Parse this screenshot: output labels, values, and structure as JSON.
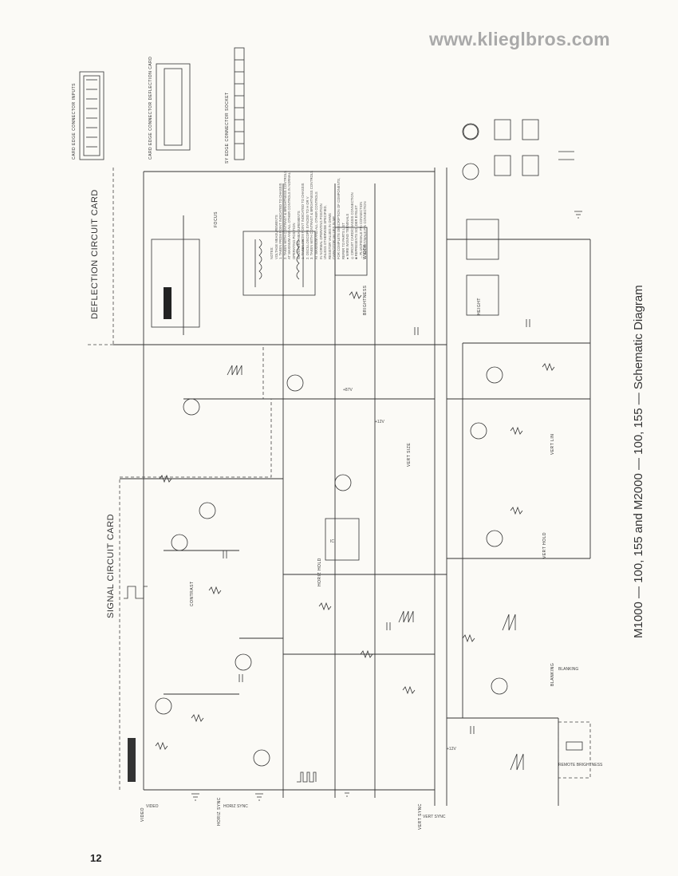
{
  "watermark": "www.klieglbros.com",
  "page_number": "12",
  "title": "M1000 — 100, 155 and M2000 — 100, 155 — Schematic Diagram",
  "cards": {
    "signal": "SIGNAL CIRCUIT CARD",
    "deflection": "DEFLECTION CIRCUIT CARD"
  },
  "connectors": {
    "card_edge_inputs": "CARD EDGE CONNECTOR INPUTS",
    "deflection_card": "CARD EDGE CONNECTOR DEFLECTION CARD",
    "socket": "SY EDGE CONNECTOR SOCKET"
  },
  "notes": [
    "NOTES:",
    "VOLTAGE MEASUREMENTS",
    "1. TAKEN FROM POINT INDICATED TO CHASSIS",
    "2. TAKEN WITH CONTRAST & BRIGHTNESS CONTROLS",
    "   AT MAXIMUM AND ALL OTHER CONTROLS IN NORMAL",
    "   OPERATING POSITION",
    "WAVEFORM MEASUREMENTS",
    "1. TAKEN FROM POINT INDICATED TO CHASSIS",
    "2. OSCILLOSCOPE SYNCED TO H OR V",
    "3. TAKEN WITH CONTRAST & BRIGHTNESS CONTROLS",
    "   AT MAXIMUM AND ALL OTHER CONTROLS",
    "   IN NORMAL OPERATING POSITION",
    "UNLESS OTHERWISE SPECIFIED,",
    "RESISTOR VALUES IN OHMS",
    "CAPACITOR VALUES IN MF",
    "FOR COMPLETE DESCRIPTION OF COMPONENTS,",
    "REFER TO PARTS LIST"
  ],
  "legend": [
    "● WIRE WOUND TERMINALS",
    "◎ CIRCUIT CARD/CHASSIS CONNECTION",
    "■ REPRESENTS SOLDER EYELET",
    "→ PLUG/FEMALE PIN CONNECTION",
    "← SOCKET/MALE PIN CONNECTION"
  ],
  "controls": {
    "contrast": "CONTRAST",
    "brightness": "BRIGHTNESS",
    "focus": "FOCUS",
    "height": "HEIGHT",
    "width": "WIDTH",
    "horiz_hold": "HORIZ HOLD",
    "vert_hold": "VERT HOLD",
    "vert_lin": "VERT LIN",
    "vert_size": "VERT SIZE",
    "blanking": "BLANKING",
    "video": "VIDEO",
    "horiz_sync": "HORIZ SYNC",
    "vert_sync": "VERT SYNC"
  },
  "colors": {
    "paper": "#fbfaf6",
    "ink": "#2a2a2a",
    "watermark": "#a9a9a9"
  }
}
